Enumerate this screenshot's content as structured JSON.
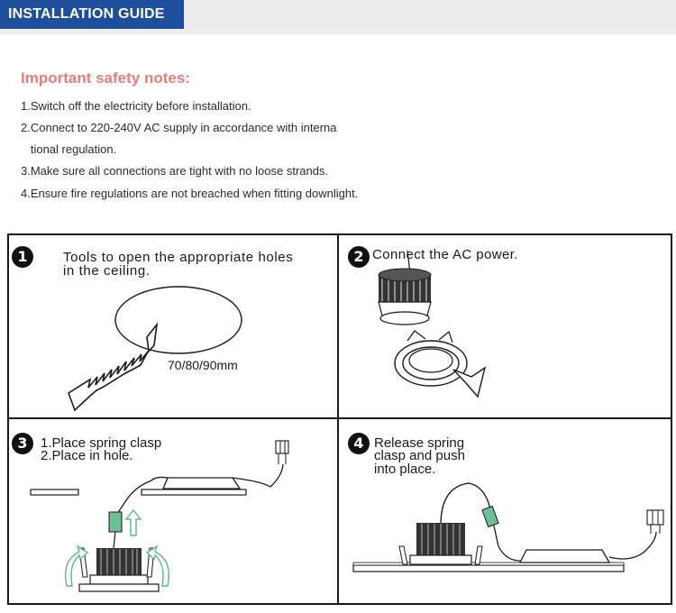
{
  "header": {
    "tab_title": "INSTALLATION GUIDE"
  },
  "safety": {
    "title": "Important safety notes:",
    "notes": [
      "1.Switch off the electricity before installation.",
      "2.Connect to 220-240V AC supply in accordance with interna",
      "   tional regulation.",
      "3.Make sure all connections are tight with no loose strands.",
      "4.Ensure fire regulations are not breached when fitting downlight."
    ]
  },
  "steps": [
    {
      "number": "1",
      "line1": "Tools to open the appropriate holes",
      "line2": "in the ceiling.",
      "size_label": "70/80/90mm"
    },
    {
      "number": "2",
      "line1": "Connect the AC power."
    },
    {
      "number": "3",
      "line1": "1.Place spring clasp",
      "line2": "2.Place in hole."
    },
    {
      "number": "4",
      "line1": "Release spring",
      "line2": "clasp and push",
      "line3": "into place."
    }
  ],
  "colors": {
    "tab": "#1f4e9c",
    "safety_title": "#e07f7d",
    "arrow": "#5fb592"
  }
}
